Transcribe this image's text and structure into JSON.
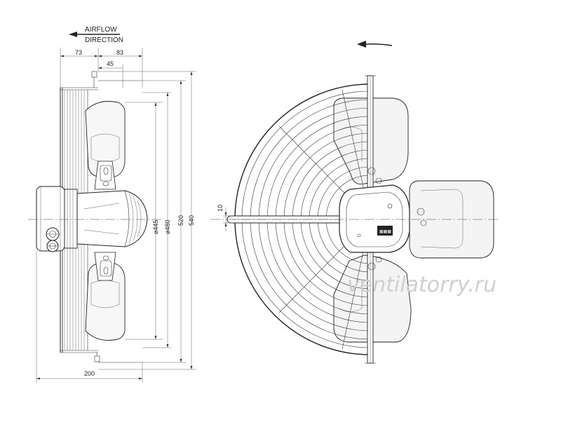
{
  "labels": {
    "airflow_line1": "AIRFLOW",
    "airflow_line2": "DIRECTION"
  },
  "dimensions": {
    "width_73": "73",
    "width_83": "83",
    "width_45": "45",
    "width_200": "200",
    "dia_445": "⌀445",
    "dia_480": "⌀480",
    "height_520": "520",
    "height_540": "540",
    "slot_10": "10"
  },
  "watermark": "ventilatorry.ru",
  "colors": {
    "line": "#222222",
    "blade_fill": "#f4f4f4",
    "watermark": "#cfcfcf"
  },
  "icons": {
    "airflow_arrow": "arrow-left-icon",
    "rotation_arrow": "curved-arrow-left-icon"
  }
}
